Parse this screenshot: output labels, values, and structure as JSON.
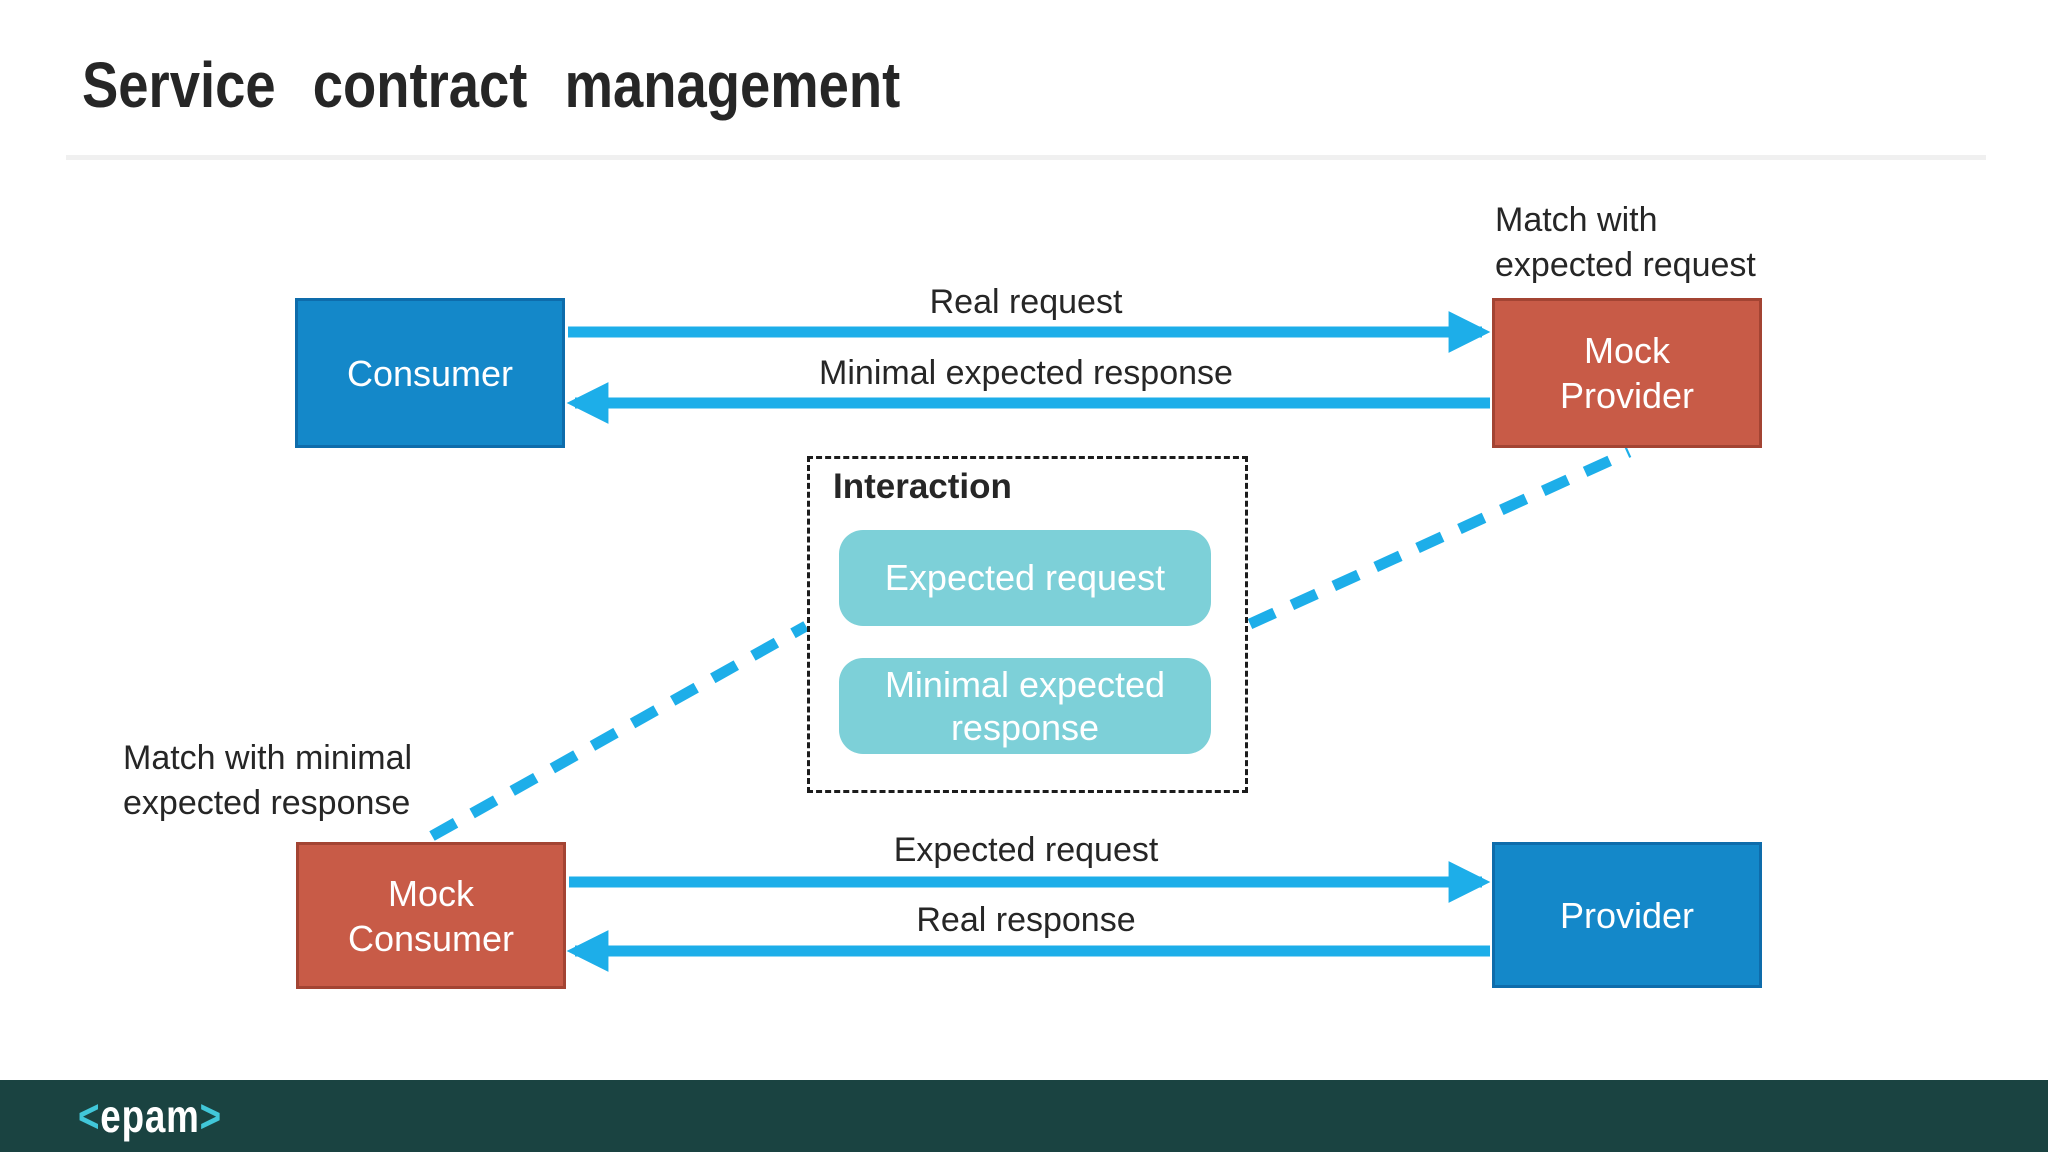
{
  "title": "Service contract management",
  "diagram": {
    "nodes": {
      "consumer": {
        "label": "Consumer"
      },
      "mock_provider": {
        "label": "Mock Provider"
      },
      "mock_consumer": {
        "label": "Mock Consumer"
      },
      "provider": {
        "label": "Provider"
      }
    },
    "arrow_labels": {
      "real_request": "Real request",
      "minimal_expected_response": "Minimal expected response",
      "expected_request": "Expected request",
      "real_response": "Real response"
    },
    "annotations": {
      "match_with_expected_request": "Match with expected request",
      "match_with_minimal_expected_response": "Match with minimal expected response"
    },
    "interaction": {
      "title": "Interaction",
      "items": [
        "Expected request",
        "Minimal expected response"
      ]
    }
  },
  "footer": {
    "logo_left_bracket": "<",
    "logo_word": "epam",
    "logo_right_bracket": ">"
  },
  "colors": {
    "accent_blue": "#1488c9",
    "accent_blue_border": "#0e6cab",
    "accent_red": "#c85b47",
    "accent_red_border": "#a34433",
    "teal_light": "#7dd0d8",
    "arrow_blue": "#1daee9",
    "text_dark": "#262626",
    "footer_bg": "#1a4341",
    "logo_cyan": "#41c7d9"
  }
}
